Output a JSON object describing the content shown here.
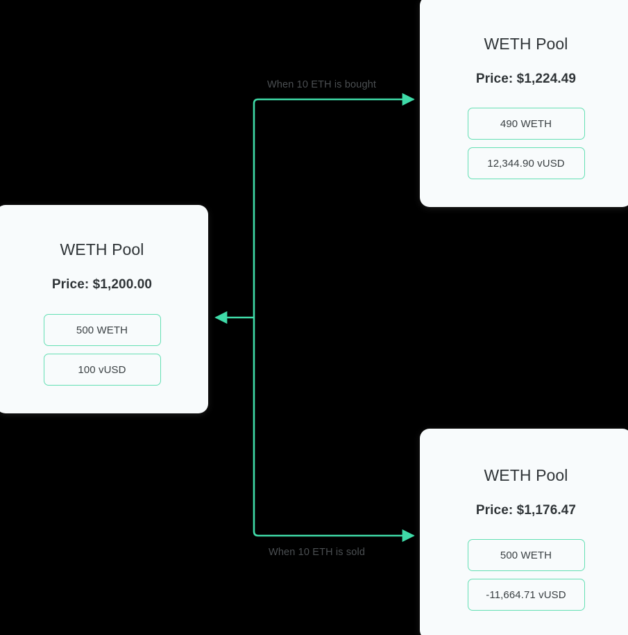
{
  "diagram": {
    "title": "AMM pool price impact diagram",
    "accent_color": "#3fdba8",
    "card_bg": "#f8fbfc",
    "text_color": "#2f3437",
    "label_color": "#4b4f52",
    "background": "#000000"
  },
  "cards": {
    "initial": {
      "title": "WETH Pool",
      "price": "Price: $1,200.00",
      "tokens": [
        {
          "label": "500 WETH"
        },
        {
          "label": "100 vUSD"
        }
      ]
    },
    "after_buy": {
      "title": "WETH Pool",
      "price": "Price: $1,224.49",
      "tokens": [
        {
          "label": "490 WETH"
        },
        {
          "label": "12,344.90 vUSD"
        }
      ]
    },
    "after_sell": {
      "title": "WETH Pool",
      "price": "Price: $1,176.47",
      "tokens": [
        {
          "label": "500 WETH"
        },
        {
          "label": "-11,664.71 vUSD"
        }
      ]
    }
  },
  "edges": {
    "buy_label": "When 10 ETH is bought",
    "sell_label": "When 10 ETH is sold"
  }
}
